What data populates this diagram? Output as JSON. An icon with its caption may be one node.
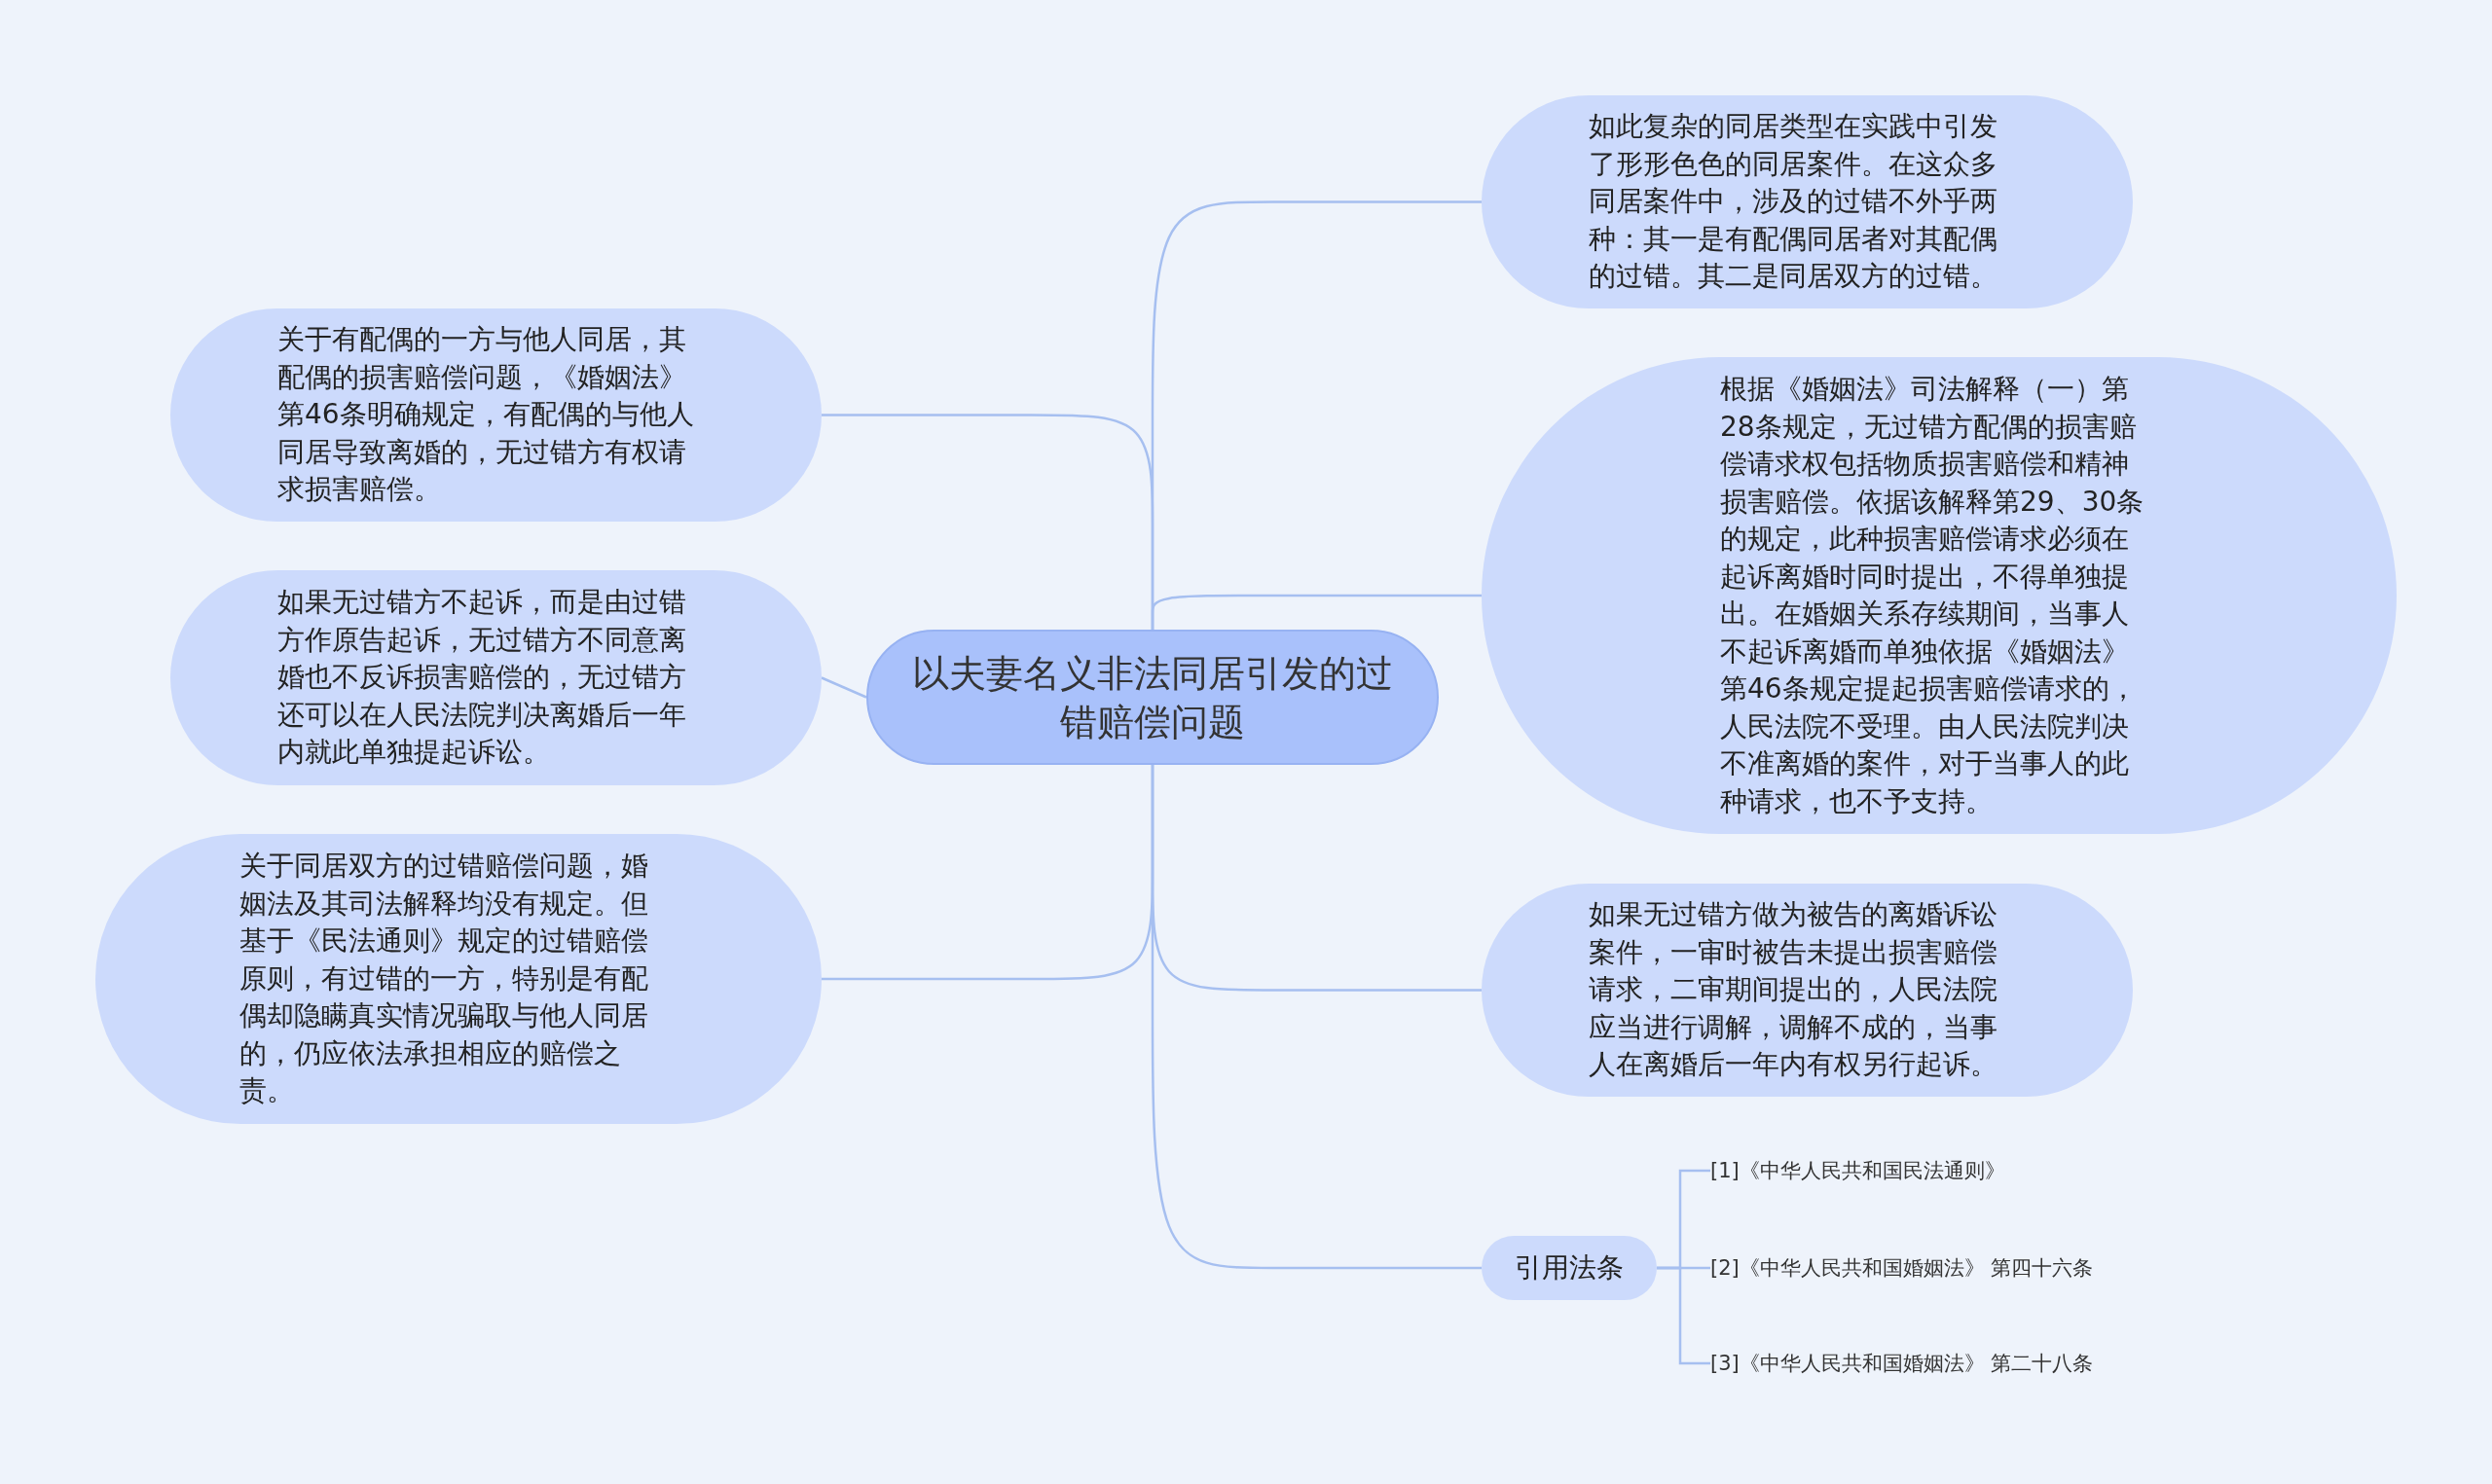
{
  "diagram": {
    "nodes": [
      {
        "text": [
          "以夫妻名义非法同居引发的过错赔偿问题"
        ]
      },
      {
        "text": [
          "如此复杂的同居类型在实践中引发了形形色色的同居案件。在这众多同居案件中，涉及的过错不外乎两种：其一是有配偶同居者对其配偶的过错。其二是同居双方的过错。"
        ]
      },
      {
        "text": [
          "根据《婚姻法》司法解释（一）第28条规定，无过错方配偶的损害赔偿请求权包括物质损害赔偿和精神损害赔偿。依据该解释第29、30条的规定，此种损害赔偿请求必须在起诉离婚时同时提出，不得单独提出。在婚姻关系存续期间，当事人不起诉离婚而单独依据《婚姻法》第46条规定提起损害赔偿请求的，人民法院不受理。由人民法院判决不准离婚的案件，对于当事人的此种请求，也不予支持。"
        ]
      },
      {
        "text": [
          "如果无过错方做为被告的离婚诉讼案件，一审时被告未提出损害赔偿请求，二审期间提出的，人民法院应当进行调解，调解不成的，当事人在离婚后一年内有权另行起诉。"
        ]
      },
      {
        "text": [
          "引用法条"
        ]
      },
      {
        "text": [
          "[1]《中华人民共和国民法通则》"
        ]
      },
      {
        "text": [
          "[2]《中华人民共和国婚姻法》 第四十六条"
        ]
      },
      {
        "text": [
          "[3]《中华人民共和国婚姻法》 第二十八条"
        ]
      },
      {
        "text": [
          "关于有配偶的一方与他人同居，其配偶的损害赔偿问题，《婚姻法》第46条明确规定，有配偶的与他人同居导致离婚的，无过错方有权请求损害赔偿。"
        ]
      },
      {
        "text": [
          "如果无过错方不起诉，而是由过错方作原告起诉，无过错方不同意离婚也不反诉损害赔偿的，无过错方还可以在人民法院判决离婚后一年内就此单独提起诉讼。"
        ]
      },
      {
        "text": [
          "关于同居双方的过错赔偿问题，婚姻法及其司法解释均没有规定。但基于《民法通则》规定的过错赔偿原则，有过错的一方，特别是有配偶却隐瞒真实情况骗取与他人同居的，仍应依法承担相应的赔偿之责。"
        ]
      }
    ],
    "edges": [
      {
        "from": 0,
        "to": 1,
        "arrow": "none"
      },
      {
        "from": 0,
        "to": 2,
        "arrow": "none"
      },
      {
        "from": 0,
        "to": 3,
        "arrow": "none"
      },
      {
        "from": 0,
        "to": 4,
        "arrow": "none"
      },
      {
        "from": 4,
        "to": 5,
        "arrow": "none"
      },
      {
        "from": 4,
        "to": 6,
        "arrow": "none"
      },
      {
        "from": 4,
        "to": 7,
        "arrow": "none"
      },
      {
        "from": 0,
        "to": 8,
        "arrow": "none"
      },
      {
        "from": 0,
        "to": 9,
        "arrow": "none"
      },
      {
        "from": 0,
        "to": 10,
        "arrow": "none"
      }
    ]
  }
}
